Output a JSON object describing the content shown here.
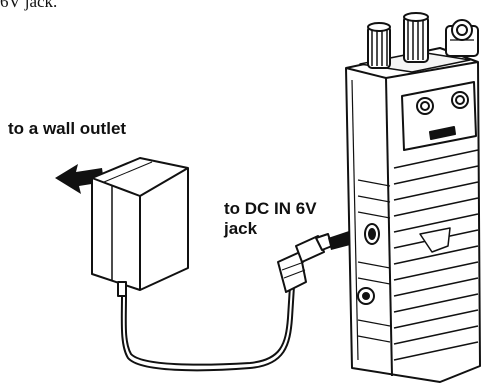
{
  "header_fragment": "6V jack.",
  "labels": {
    "wall_outlet": "to a wall outlet",
    "dc_in_line1": "to DC IN 6V",
    "dc_in_line2": "jack"
  }
}
